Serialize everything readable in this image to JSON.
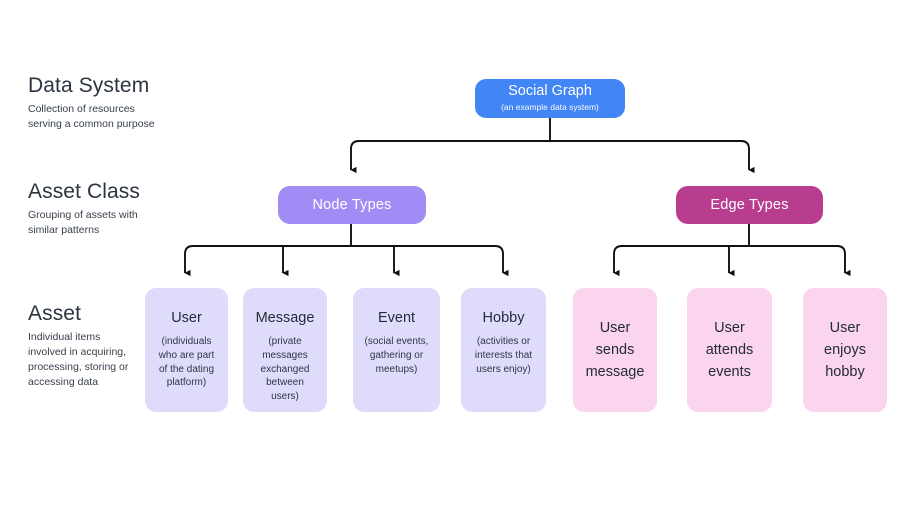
{
  "meta": {
    "accent_blue": "#4285f4",
    "accent_purple": "#a18cf5",
    "accent_magenta": "#b83d8f",
    "asset_node_fill": "#dfdcfb",
    "asset_edge_fill": "#fbd4ee",
    "connector_color": "#111111",
    "background": "#ffffff"
  },
  "rows": [
    {
      "title": "Data System",
      "desc": "Collection of resources serving a common purpose"
    },
    {
      "title": "Asset Class",
      "desc": "Grouping of assets with similar patterns"
    },
    {
      "title": "Asset",
      "desc": "Individual items involved in acquiring, processing, storing or accessing data"
    }
  ],
  "system": {
    "title": "Social Graph",
    "sub": "(an example data system)"
  },
  "classes": [
    {
      "title": "Node Types"
    },
    {
      "title": "Edge Types"
    }
  ],
  "node_assets": [
    {
      "title": "User",
      "sub": "(individuals who are part of the dating platform)"
    },
    {
      "title": "Message",
      "sub": "(private messages exchanged between users)"
    },
    {
      "title": "Event",
      "sub": "(social events, gathering or meetups)"
    },
    {
      "title": "Hobby",
      "sub": "(activities or interests that users enjoy)"
    }
  ],
  "edge_assets": [
    {
      "title": "User\nsends\nmessage"
    },
    {
      "title": "User\nattends\nevents"
    },
    {
      "title": "User\nenjoys\nhobby"
    }
  ]
}
